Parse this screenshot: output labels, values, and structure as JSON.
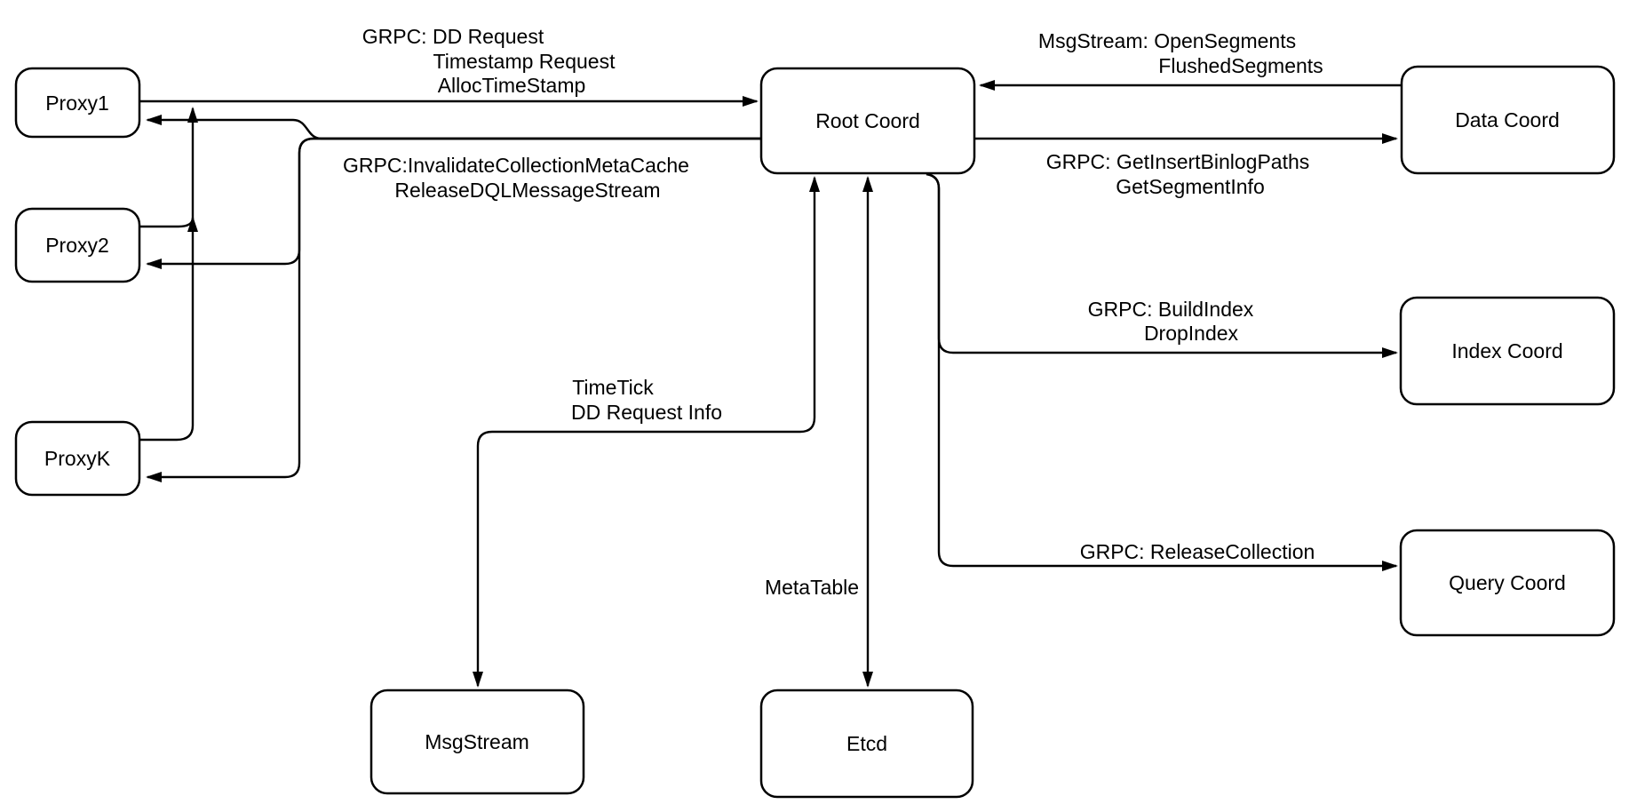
{
  "nodes": {
    "proxy1": {
      "label": "Proxy1"
    },
    "proxy2": {
      "label": "Proxy2"
    },
    "proxyk": {
      "label": "ProxyK"
    },
    "root_coord": {
      "label": "Root Coord"
    },
    "data_coord": {
      "label": "Data Coord"
    },
    "index_coord": {
      "label": "Index Coord"
    },
    "query_coord": {
      "label": "Query Coord"
    },
    "msgstream": {
      "label": "MsgStream"
    },
    "etcd": {
      "label": "Etcd"
    }
  },
  "edge_labels": {
    "proxies_to_root": [
      "GRPC: DD Request",
      "Timestamp Request",
      "AllocTimeStamp"
    ],
    "root_to_proxies": [
      "GRPC:InvalidateCollectionMetaCache",
      "ReleaseDQLMessageStream"
    ],
    "data_to_root": [
      "MsgStream: OpenSegments",
      "FlushedSegments"
    ],
    "root_to_data": [
      "GRPC: GetInsertBinlogPaths",
      "GetSegmentInfo"
    ],
    "root_to_index": [
      "GRPC: BuildIndex",
      "DropIndex"
    ],
    "root_to_query": [
      "GRPC: ReleaseCollection"
    ],
    "root_to_msgstream": [
      "TimeTick",
      "DD Request Info"
    ],
    "root_to_etcd": [
      "MetaTable"
    ]
  },
  "colors": {
    "line": "#000000",
    "text": "#000000",
    "node_fill": "#ffffff",
    "background": "#ffffff"
  }
}
